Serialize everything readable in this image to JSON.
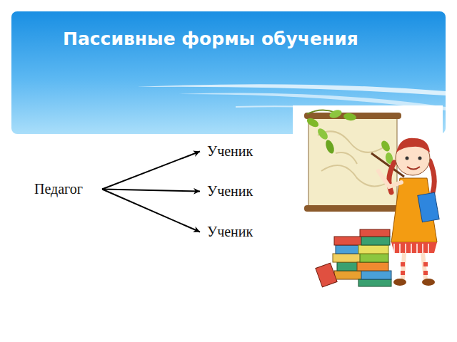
{
  "diagram": {
    "title": "Пассивные формы обучения",
    "nodes": [
      {
        "text": [
          "Педагог"
        ]
      },
      {
        "text": [
          "Ученик"
        ]
      },
      {
        "text": [
          "Ученик"
        ]
      },
      {
        "text": [
          "Ученик"
        ]
      }
    ],
    "edges": [
      {
        "from": 0,
        "to": 1,
        "arrow": "to"
      },
      {
        "from": 0,
        "to": 2,
        "arrow": "to"
      },
      {
        "from": 0,
        "to": 3,
        "arrow": "to"
      }
    ]
  }
}
